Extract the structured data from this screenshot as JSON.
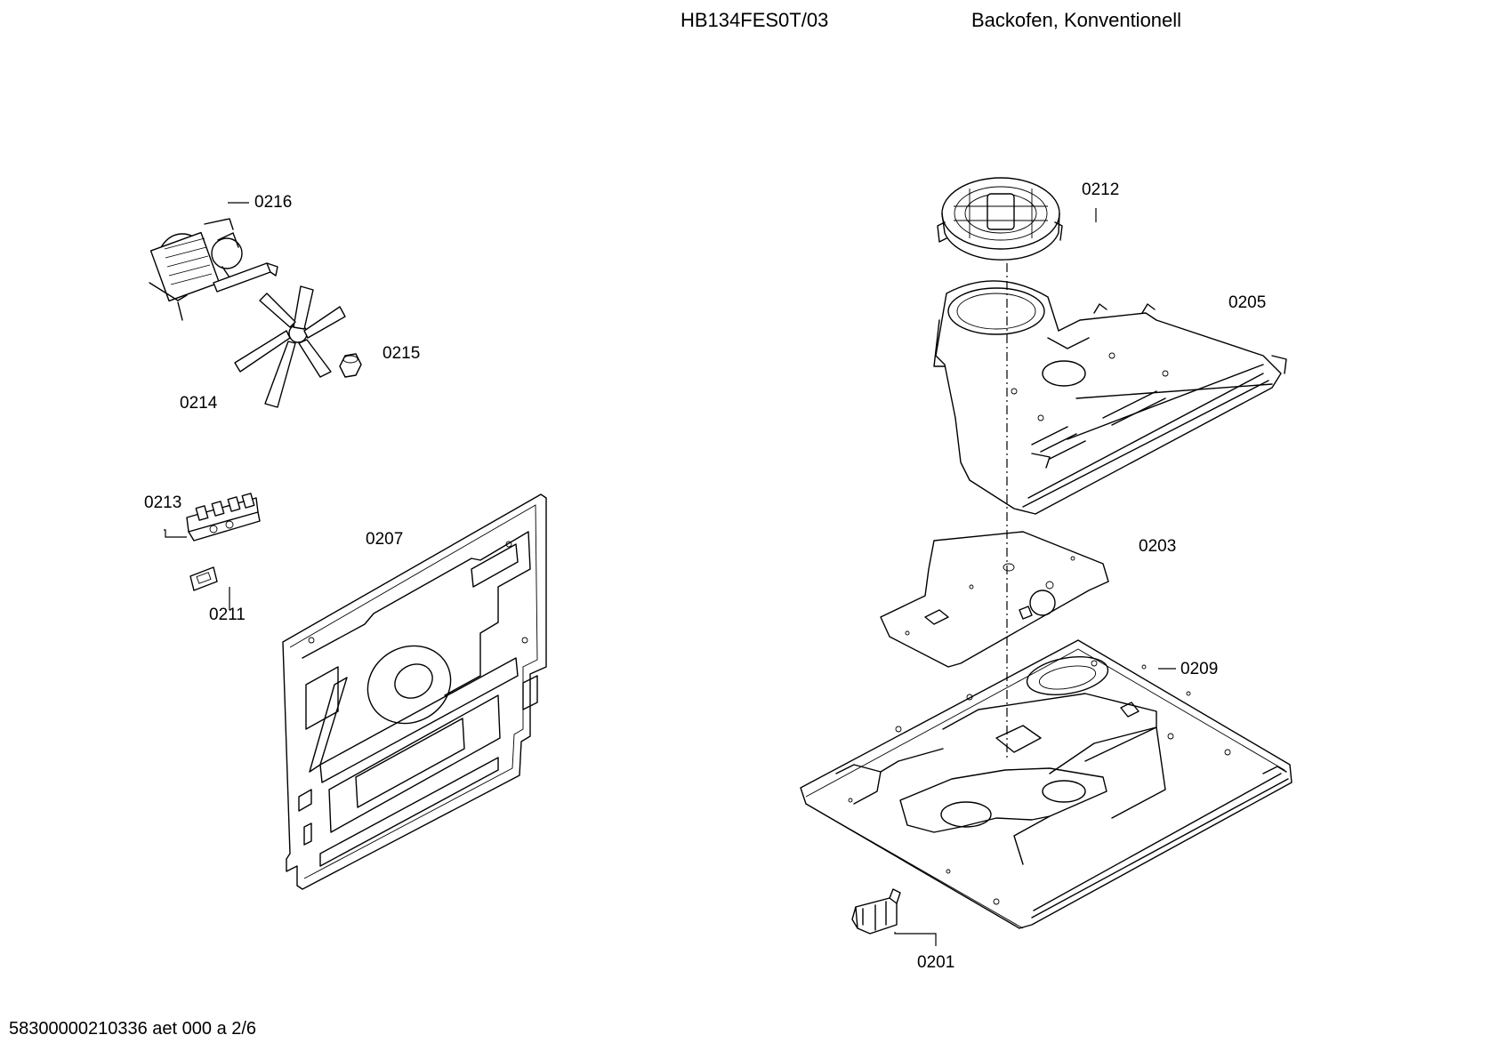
{
  "header": {
    "model": "HB134FES0T/03",
    "description": "Backofen, Konventionell"
  },
  "footer": {
    "doc_id": "58300000210336 aet 000 a 2/6"
  },
  "parts": [
    {
      "id": "0216",
      "name": "convection-fan-motor"
    },
    {
      "id": "0215",
      "name": "fan-nut"
    },
    {
      "id": "0214",
      "name": "fan-wheel"
    },
    {
      "id": "0213",
      "name": "terminal-block"
    },
    {
      "id": "0211",
      "name": "connector"
    },
    {
      "id": "0207",
      "name": "rear-panel"
    },
    {
      "id": "0212",
      "name": "cooling-fan"
    },
    {
      "id": "0205",
      "name": "fan-housing-duct"
    },
    {
      "id": "0203",
      "name": "insulation-plate"
    },
    {
      "id": "0209",
      "name": "base-plate"
    },
    {
      "id": "0201",
      "name": "hinge-bracket"
    }
  ]
}
